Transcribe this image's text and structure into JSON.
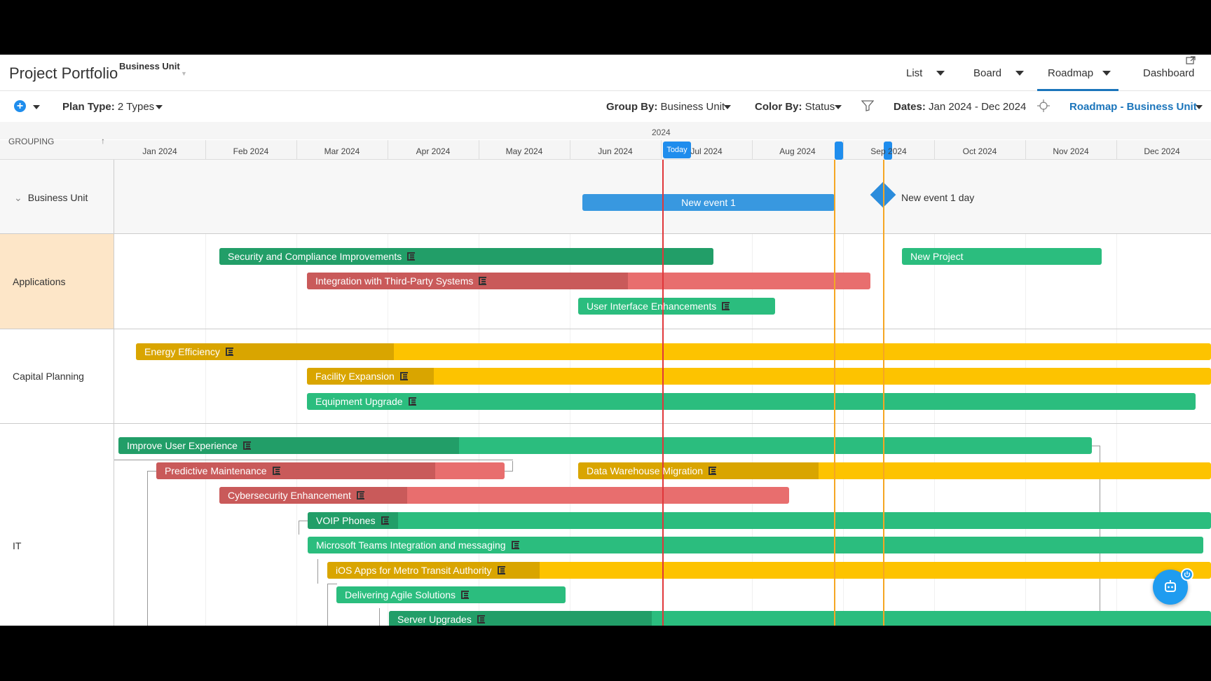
{
  "header": {
    "title": "Project Portfolio",
    "business_unit": "Business Unit",
    "nav": [
      {
        "label": "List"
      },
      {
        "label": "Board"
      },
      {
        "label": "Roadmap"
      },
      {
        "label": "Dashboard"
      }
    ],
    "active_nav": "Roadmap"
  },
  "toolbar": {
    "plan_type_label": "Plan Type:",
    "plan_type_value": "2 Types",
    "group_by_label": "Group By:",
    "group_by_value": "Business Unit",
    "color_by_label": "Color By:",
    "color_by_value": "Status",
    "dates_label": "Dates:",
    "dates_value": "Jan 2024 - Dec 2024",
    "view_name": "Roadmap - Business Unit"
  },
  "timeline": {
    "year": "2024",
    "grouping_header": "GROUPING",
    "months": [
      "Jan 2024",
      "Feb 2024",
      "Mar 2024",
      "Apr 2024",
      "May 2024",
      "Jun 2024",
      "Jul 2024",
      "Aug 2024",
      "Sep 2024",
      "Oct 2024",
      "Nov 2024",
      "Dec 2024"
    ],
    "today_label": "Today"
  },
  "groups": {
    "business_unit": "Business Unit",
    "applications": "Applications",
    "capital_planning": "Capital Planning",
    "it": "IT"
  },
  "events": {
    "event1": "New event 1",
    "milestone": "New event 1 day"
  },
  "bars": {
    "security": "Security and Compliance Improvements",
    "new_project": "New Project",
    "integration": "Integration with Third-Party Systems",
    "ui": "User Interface Enhancements",
    "energy": "Energy Efficiency",
    "facility": "Facility Expansion",
    "equipment": "Equipment Upgrade",
    "improve_ux": "Improve User Experience",
    "predictive": "Predictive Maintenance",
    "dwh": "Data Warehouse Migration",
    "cyber": "Cybersecurity Enhancement",
    "voip": "VOIP Phones",
    "teams": "Microsoft Teams Integration and messaging",
    "ios": "iOS Apps for Metro Transit Authority",
    "agile": "Delivering Agile Solutions",
    "server": "Server Upgrades"
  },
  "colors": {
    "on_track": "#2bbd7e",
    "at_risk": "#fdc300",
    "off_track": "#e86e6e",
    "event": "#3898e0",
    "today_line": "#e0363a",
    "marker_line": "#f5a623",
    "applications_group_bg": "#fde6c8"
  }
}
